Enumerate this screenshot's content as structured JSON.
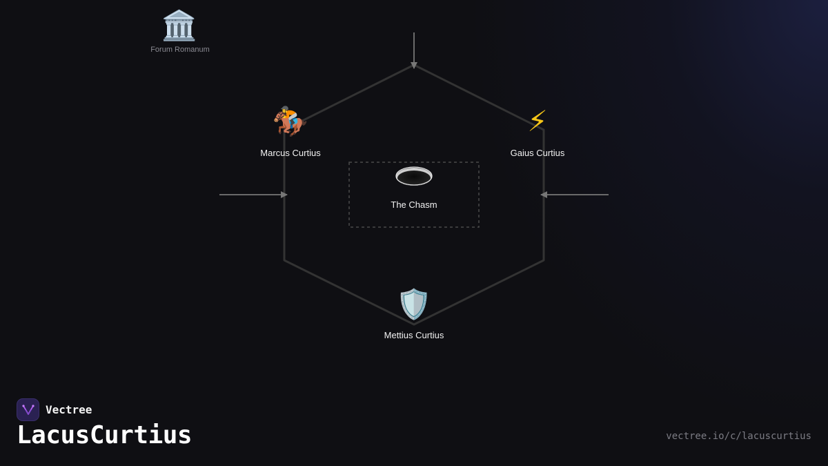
{
  "diagram": {
    "forum": {
      "icon": "🏛️",
      "icon_name": "classical-building-icon",
      "label": "Forum Romanum"
    },
    "nodes": {
      "marcus": {
        "icon": "🏇",
        "icon_name": "horse-racing-icon",
        "label": "Marcus Curtius"
      },
      "gaius": {
        "icon": "⚡",
        "icon_name": "lightning-icon",
        "label": "Gaius Curtius"
      },
      "chasm": {
        "icon_name": "hole-icon",
        "label": "The Chasm"
      },
      "mettius": {
        "icon": "🛡️",
        "icon_name": "shield-icon",
        "label": "Mettius Curtius"
      }
    }
  },
  "brand": {
    "name": "Vectree",
    "icon_name": "vectree-logo-icon"
  },
  "footer": {
    "title": "LacusCurtius",
    "url": "vectree.io/c/lacuscurtius"
  },
  "colors": {
    "background": "#0f0f13",
    "edge": "#333333",
    "arrow": "#777777",
    "logo_bg": "#2a2152",
    "logo_accent": "#b05cf0"
  }
}
